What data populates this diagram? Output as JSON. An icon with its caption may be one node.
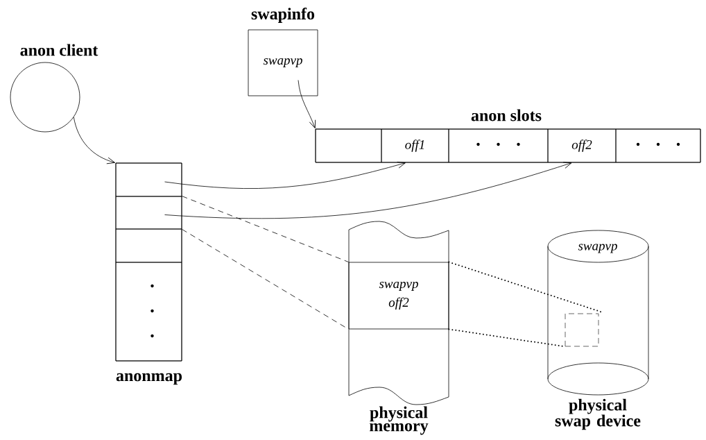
{
  "diagram": {
    "nodes": [
      {
        "text": [
          "anon client"
        ]
      },
      {
        "text": [
          "swapinfo",
          "swapvp"
        ]
      },
      {
        "text": [
          "anon slots"
        ]
      },
      {
        "text": [],
        "shape": "box",
        "in": 2
      },
      {
        "text": [
          "off1"
        ],
        "in": 2
      },
      {
        "text": [],
        "shape": "box",
        "in": 2
      },
      {
        "text": [
          "off2"
        ],
        "in": 2
      },
      {
        "text": [],
        "shape": "box",
        "in": 2
      },
      {
        "text": [
          "anonmap"
        ]
      },
      {
        "text": [],
        "shape": "box",
        "in": 8
      },
      {
        "text": [],
        "shape": "box",
        "in": 8
      },
      {
        "text": [],
        "shape": "box",
        "in": 8
      },
      {
        "text": [],
        "shape": "box",
        "in": 8
      },
      {
        "text": [
          "physical memory"
        ]
      },
      {
        "text": [
          "swapvp",
          "off2"
        ],
        "in": 13
      },
      {
        "text": [
          "swapvp",
          "physical swap device"
        ]
      },
      {
        "text": [],
        "shape": "box",
        "in": 15
      }
    ],
    "edges": [
      {
        "from": 0,
        "to": 8,
        "arrow": "to"
      },
      {
        "from": 1,
        "to": 2,
        "arrow": "to"
      },
      {
        "from": 9,
        "to": 4,
        "arrow": "to"
      },
      {
        "from": 10,
        "to": 6,
        "arrow": "to"
      },
      {
        "from": 10,
        "to": 14,
        "arrow": "none",
        "style": "dashed"
      },
      {
        "from": 10,
        "to": 14,
        "arrow": "none",
        "style": "dashed"
      },
      {
        "from": 14,
        "to": 16,
        "arrow": "none",
        "style": "dashed"
      },
      {
        "from": 14,
        "to": 16,
        "arrow": "none",
        "style": "dashed"
      }
    ]
  }
}
